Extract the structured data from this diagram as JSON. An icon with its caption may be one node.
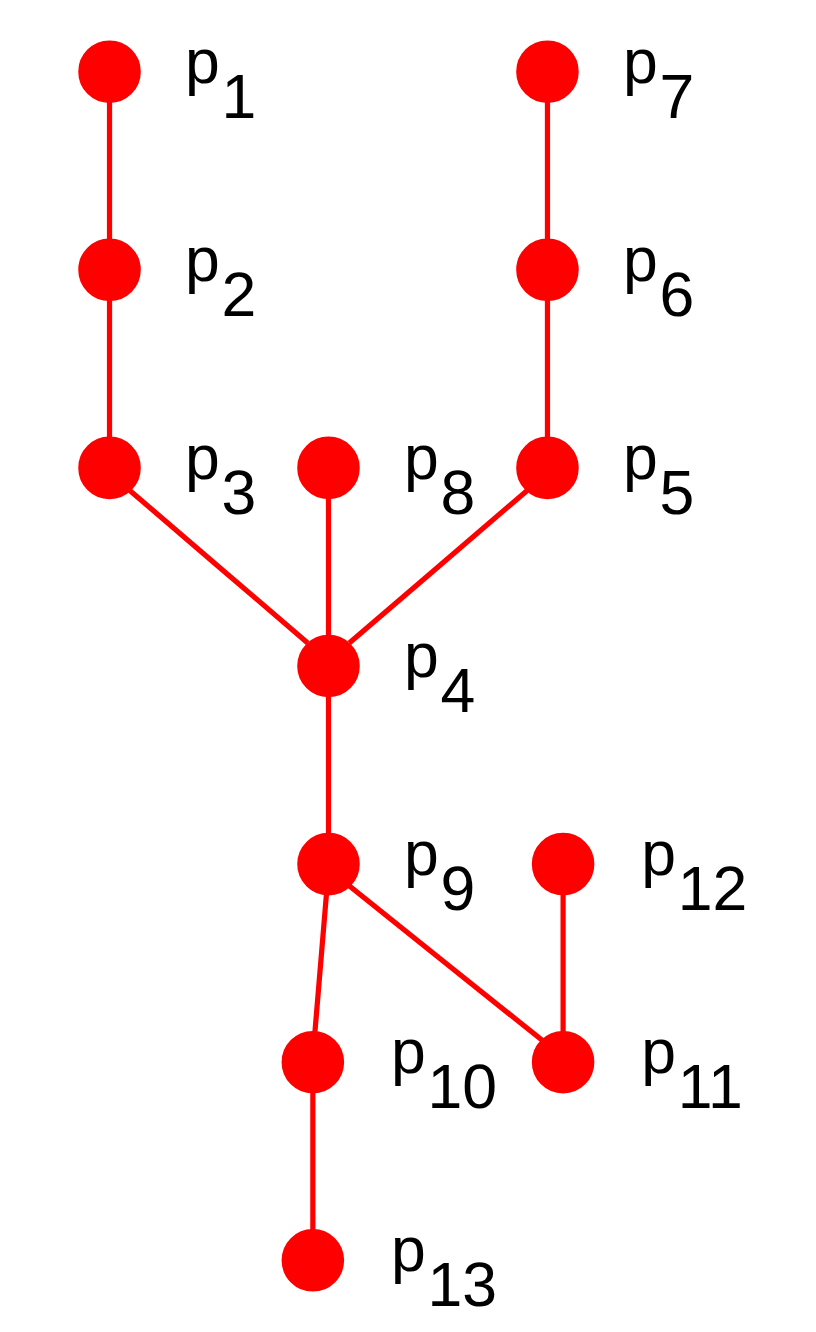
{
  "diagram": {
    "nodes": [
      {
        "text": [],
        "shape": "circle",
        "beside": [
          "p$_{1}$"
        ]
      },
      {
        "text": [],
        "shape": "circle",
        "beside": [
          "p$_{2}$"
        ]
      },
      {
        "text": [],
        "shape": "circle",
        "beside": [
          "p$_{3}$"
        ]
      },
      {
        "text": [],
        "shape": "circle",
        "beside": [
          "p$_{8}$"
        ]
      },
      {
        "text": [],
        "shape": "circle",
        "beside": [
          "p$_{4}$"
        ]
      },
      {
        "text": [],
        "shape": "circle",
        "beside": [
          "p$_{5}$"
        ]
      },
      {
        "text": [],
        "shape": "circle",
        "beside": [
          "p$_{6}$"
        ]
      },
      {
        "text": [],
        "shape": "circle",
        "beside": [
          "p$_{7}$"
        ]
      },
      {
        "text": [],
        "shape": "circle",
        "beside": [
          "p$_{9}$"
        ]
      },
      {
        "text": [],
        "shape": "circle",
        "beside": [
          "p$_{12}$"
        ]
      },
      {
        "text": [],
        "shape": "circle",
        "beside": [
          "p$_{10}$"
        ]
      },
      {
        "text": [],
        "shape": "circle",
        "beside": [
          "p$_{11}$"
        ]
      },
      {
        "text": [],
        "shape": "circle",
        "beside": [
          "p$_{13}$"
        ]
      }
    ],
    "edges": [
      {
        "from": 0,
        "to": 1,
        "arrow": "none"
      },
      {
        "from": 1,
        "to": 2,
        "arrow": "none"
      },
      {
        "from": 2,
        "to": 4,
        "arrow": "none"
      },
      {
        "from": 3,
        "to": 4,
        "arrow": "none"
      },
      {
        "from": 7,
        "to": 6,
        "arrow": "none"
      },
      {
        "from": 6,
        "to": 5,
        "arrow": "none"
      },
      {
        "from": 5,
        "to": 4,
        "arrow": "none"
      },
      {
        "from": 4,
        "to": 8,
        "arrow": "none"
      },
      {
        "from": 8,
        "to": 11,
        "arrow": "none"
      },
      {
        "from": 8,
        "to": 10,
        "arrow": "none"
      },
      {
        "from": 9,
        "to": 11,
        "arrow": "none"
      },
      {
        "from": 10,
        "to": 12,
        "arrow": "none"
      }
    ]
  }
}
